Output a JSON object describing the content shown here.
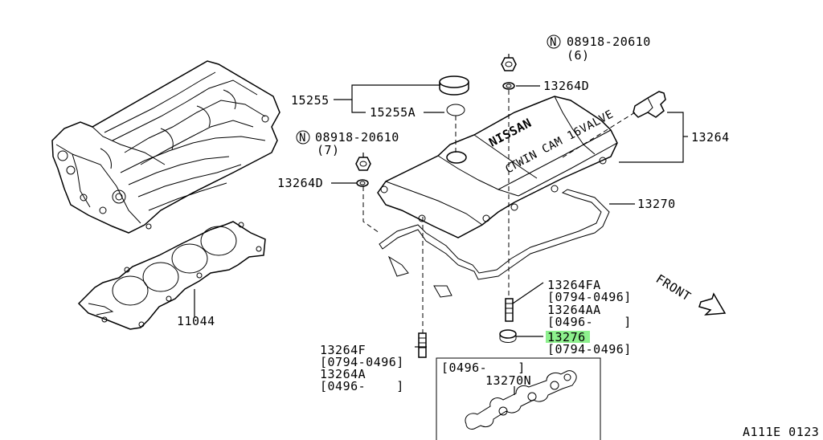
{
  "labels": {
    "p15255": "15255",
    "p15255A": "15255A",
    "p08918_top": "08918-20610",
    "p08918_top_qty": "(6)",
    "p13264D_top": "13264D",
    "p13264": "13264",
    "p08918_left": "08918-20610",
    "p08918_left_qty": "(7)",
    "p13264D_left": "13264D",
    "p13270": "13270",
    "p11044": "11044",
    "p13264FA": "13264FA",
    "p13264FA_range": "[0794-0496]",
    "p13264AA": "13264AA",
    "p13264AA_range": "[0496-    ]",
    "p13276": "13276",
    "p13276_range": "[0794-0496]",
    "p13264F": "13264F",
    "p13264F_range": "[0794-0496]",
    "p13264A": "13264A",
    "p13264A_range": "[0496-    ]",
    "inset_range": "[0496-    ]",
    "p13270N": "13270N",
    "front": "FRONT",
    "cover_brand": "NISSAN",
    "cover_text": "TWIN CAM 16VALVE",
    "n_symbol": "N",
    "figure_code": "A111E 0123"
  },
  "highlight": {
    "part": "13276",
    "color": "#8df08d"
  }
}
